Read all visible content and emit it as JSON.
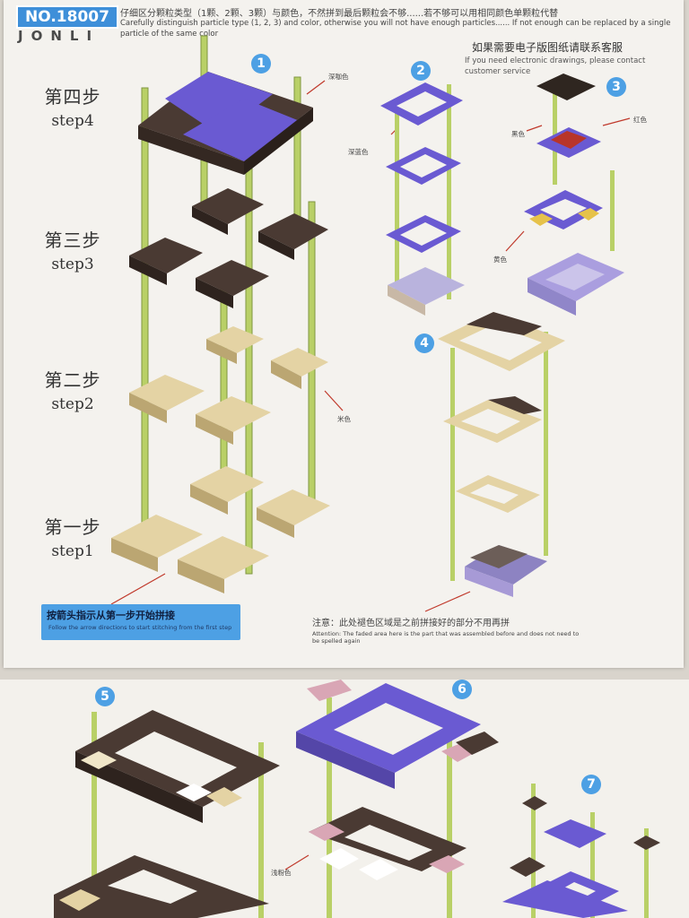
{
  "header": {
    "model_no": "NO.18007",
    "brand": "JONLI",
    "note_cn": "仔细区分颗粒类型（1颗、2颗、3颗）与颜色，不然拼到最后颗粒会不够......若不够可以用相同颜色单颗粒代替",
    "note_en": "Carefully distinguish particle type (1, 2, 3) and color, otherwise you will not have enough particles...... If not enough can be replaced by a single particle of the same color",
    "contact_cn": "如果需要电子版图纸请联系客服",
    "contact_en": "If you need electronic drawings, please contact customer service"
  },
  "steps": [
    {
      "cn": "第四步",
      "en": "step4"
    },
    {
      "cn": "第三步",
      "en": "step3"
    },
    {
      "cn": "第二步",
      "en": "step2"
    },
    {
      "cn": "第一步",
      "en": "step1"
    }
  ],
  "badges": [
    "1",
    "2",
    "3",
    "4",
    "5",
    "6",
    "7"
  ],
  "color_labels": {
    "dark_brown": "深咖色",
    "dark_blue": "深蓝色",
    "black": "黑色",
    "red": "红色",
    "yellow": "黄色",
    "beige": "米色",
    "light_pink": "浅粉色"
  },
  "arrow_note": {
    "cn": "按箭头指示从第一步开始拼接",
    "en": "Follow the arrow directions to start stitching from the first step"
  },
  "attention": {
    "cn": "注意：此处褪色区域是之前拼接好的部分不用再拼",
    "en": "Attention: The faded area here is the part that was assembled before and does not need to be spelled again"
  },
  "colors": {
    "brown": "#4a3a33",
    "purple": "#6a5ad2",
    "beige": "#e4d3a4",
    "pole": "#b9d067",
    "blue_badge": "#4da0e4",
    "red": "#b8352a",
    "yellow": "#e6c24a",
    "pink": "#d9a6b5"
  }
}
